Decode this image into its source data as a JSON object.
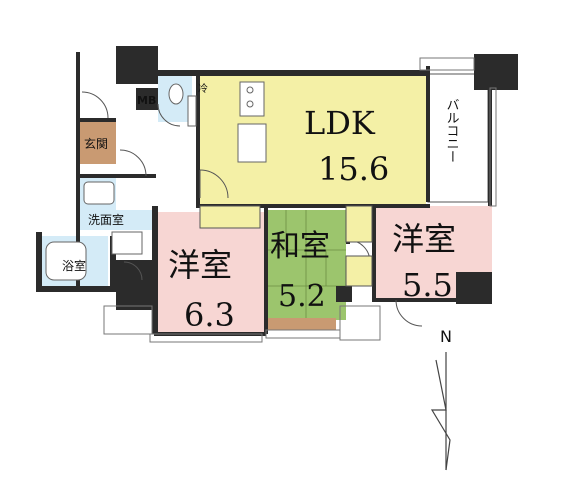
{
  "rooms": {
    "ldk": {
      "name": "LDK",
      "size": "15.6"
    },
    "western_left": {
      "name": "洋室",
      "size": "6.3"
    },
    "japanese": {
      "name": "和室",
      "size": "5.2"
    },
    "western_right": {
      "name": "洋室",
      "size": "5.5"
    }
  },
  "labels": {
    "balcony": "バルコニー",
    "entrance": "玄関",
    "washroom": "洗面室",
    "bathroom": "浴室",
    "meter_box": "MB",
    "fridge": "冷",
    "north": "N"
  },
  "colors": {
    "ldk": "#f4f0a6",
    "western": "#f7d6d3",
    "japanese": "#9cc56d",
    "entrance": "#c99a72",
    "wet_area": "#d4ebf7",
    "wall": "#2b2b2b"
  }
}
